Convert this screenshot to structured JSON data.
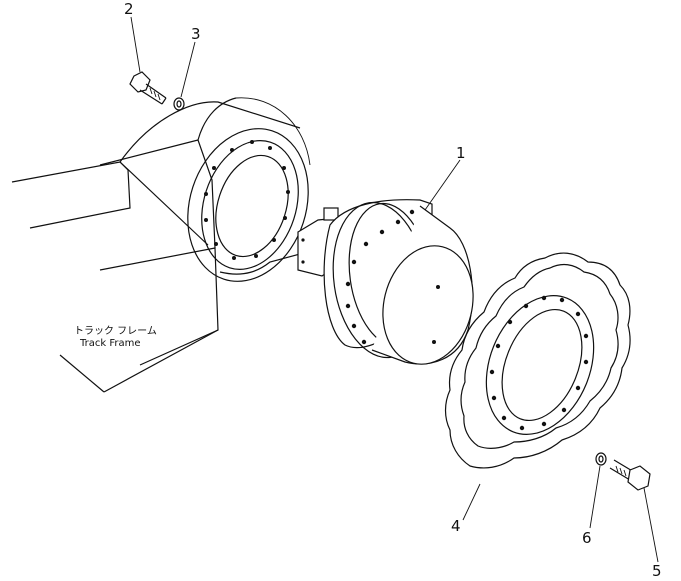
{
  "callouts": [
    {
      "id": "1",
      "label": "1"
    },
    {
      "id": "2",
      "label": "2"
    },
    {
      "id": "3",
      "label": "3"
    },
    {
      "id": "4",
      "label": "4"
    },
    {
      "id": "5",
      "label": "5"
    },
    {
      "id": "6",
      "label": "6"
    }
  ],
  "track_frame": {
    "label_jp": "トラック フレーム",
    "label_en": "Track Frame"
  },
  "colors": {
    "line": "#111111",
    "background": "#ffffff"
  }
}
